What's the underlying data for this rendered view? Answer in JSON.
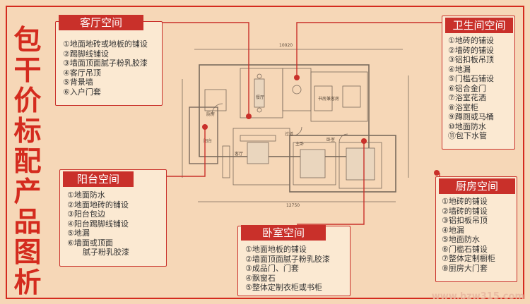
{
  "page_title_chars": [
    "包",
    "干",
    "价",
    "标",
    "配",
    "产",
    "品",
    "图",
    "析"
  ],
  "sections": {
    "living": {
      "title": "客厅空间",
      "items": [
        "①地面地砖或地板的铺设",
        "②踢脚线铺设",
        "③墙面顶面腻子粉乳胶漆",
        "④客厅吊顶",
        "⑤背景墙",
        "⑥入户门套"
      ]
    },
    "bathroom": {
      "title": "卫生间空间",
      "items": [
        "①地砖的铺设",
        "②墙砖的铺设",
        "③铝扣板吊顶",
        "④地漏",
        "⑤门槛石铺设",
        "⑥铝合金门",
        "⑦浴室花洒",
        "⑧浴室柜",
        "⑨蹲厕或马桶",
        "⑩地面防水",
        "⑪包下水管"
      ]
    },
    "balcony": {
      "title": "阳台空间",
      "items": [
        "①地面防水",
        "②地面地砖的铺设",
        "③阳台包边",
        "④阳台踢脚线铺设",
        "⑤地漏",
        "⑥墙面或顶面",
        "腻子粉乳胶漆"
      ]
    },
    "bedroom": {
      "title": "卧室空间",
      "items": [
        "①地面地板的铺设",
        "②墙面顶面腻子粉乳胶漆",
        "③成品门、门套",
        "④飘窗石",
        "⑤整体定制衣柜或书柜"
      ]
    },
    "kitchen": {
      "title": "厨房空间",
      "items": [
        "①地砖的铺设",
        "②墙砖的铺设",
        "③铝扣板吊顶",
        "④地漏",
        "⑤地面防水",
        "⑥门槛石铺设",
        "⑦整体定制橱柜",
        "⑧厨房大门套"
      ]
    }
  },
  "plan_labels": {
    "kitchen": "厨房",
    "dining": "餐厅",
    "study": "书房兼客房",
    "balcony": "阳台",
    "living": "客厅",
    "hall": "过道",
    "master": "主卧",
    "bedroom": "卧室",
    "dim_top": "10020",
    "dim_bottom": "12750"
  },
  "watermark": "www.bzw315.com",
  "colors": {
    "accent": "#c9302a",
    "bg": "#f6d7b7",
    "card": "#fbe9d2"
  }
}
